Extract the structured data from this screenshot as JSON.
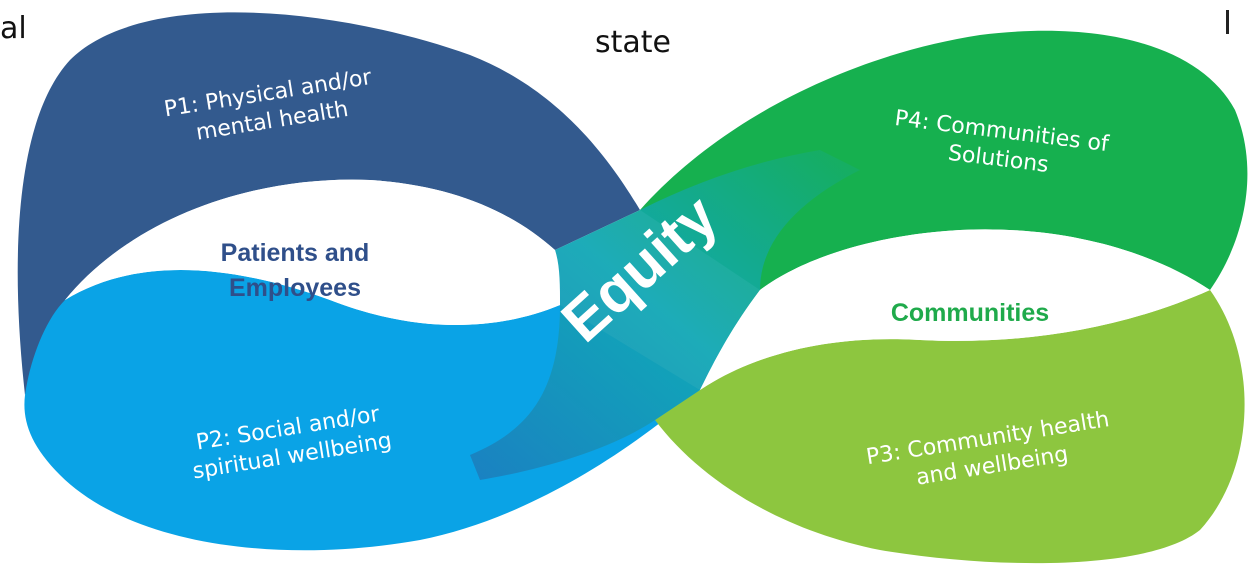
{
  "top_fragments": {
    "left": "al",
    "middle": "state"
  },
  "loops": {
    "left_center": {
      "line1": "Patients and",
      "line2": "Employees",
      "color": "#2f4f8a"
    },
    "right_center": {
      "line1": "Communities",
      "color": "#1faa4b"
    }
  },
  "bands": {
    "p1": {
      "line1": "P1: Physical and/or",
      "line2": "mental health",
      "color": "#335a8e"
    },
    "p2": {
      "line1": "P2: Social and/or",
      "line2": "spiritual wellbeing",
      "color": "#0aa3e6"
    },
    "p3": {
      "line1": "P3: Community health",
      "line2": "and wellbeing",
      "color": "#8dc63f"
    },
    "p4": {
      "line1": "P4: Communities of",
      "line2": "Solutions",
      "color": "#16b04f"
    }
  },
  "center_word": {
    "text": "Equity",
    "gradient": [
      "#1f77b4",
      "#11a9b5",
      "#13b36c"
    ]
  }
}
